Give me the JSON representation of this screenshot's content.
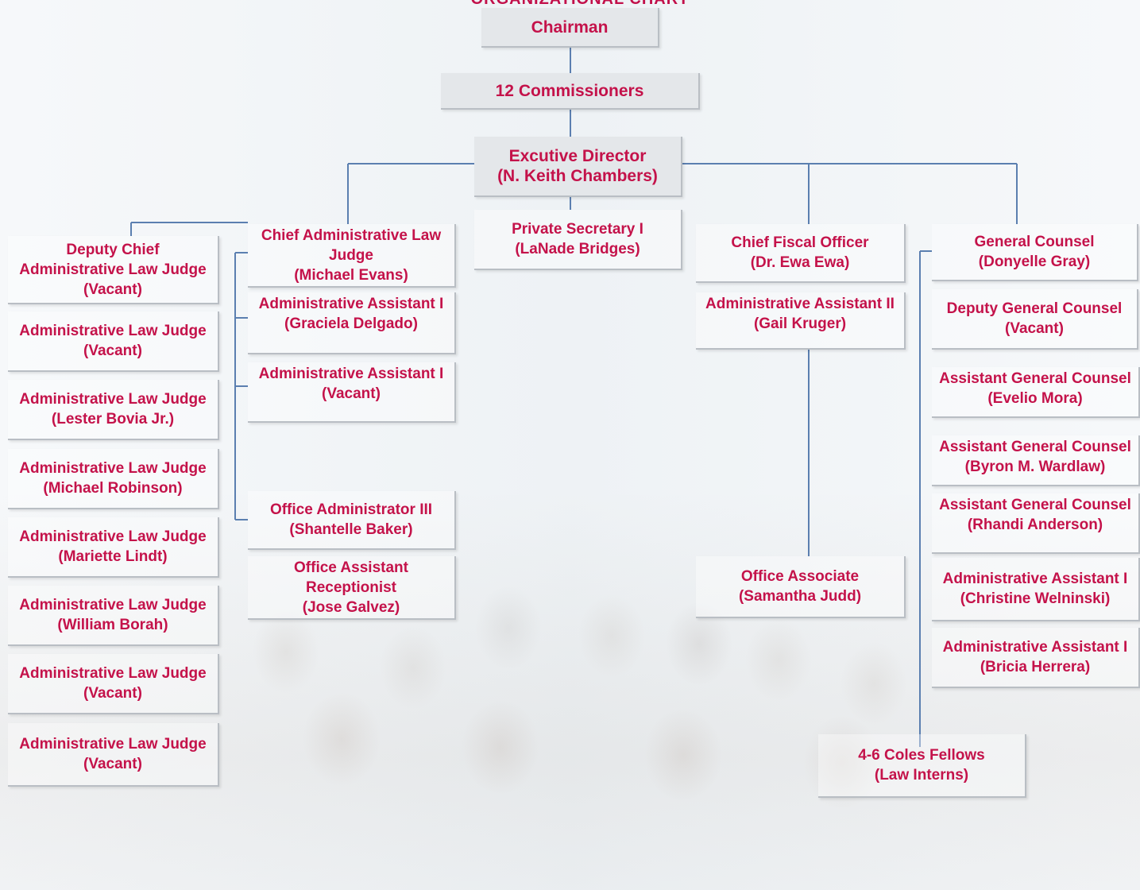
{
  "title": "ORGANIZATIONAL CHART",
  "nodes": {
    "chairman": [
      "Chairman"
    ],
    "commissioners": [
      "12 Commissioners"
    ],
    "executive_director": [
      "Excutive Director",
      "(N. Keith Chambers)"
    ],
    "private_secretary": [
      "Private Secretary I",
      "(LaNade Bridges)"
    ],
    "chief_alj": [
      "Chief Administrative Law",
      "Judge",
      "(Michael Evans)"
    ],
    "admin_asst_delgado": [
      "Administrative Assistant I",
      "(Graciela Delgado)"
    ],
    "admin_asst_vacant": [
      "Administrative Assistant I",
      "(Vacant)"
    ],
    "office_admin": [
      "Office Administrator III",
      "(Shantelle Baker)"
    ],
    "office_asst": [
      "Office Assistant",
      "Receptionist",
      "(Jose Galvez)"
    ],
    "deputy_chief_alj": [
      "Deputy Chief",
      "Administrative Law Judge",
      "(Vacant)"
    ],
    "alj_1": [
      "Administrative Law Judge",
      "(Vacant)"
    ],
    "alj_2": [
      "Administrative Law Judge",
      "(Lester Bovia Jr.)"
    ],
    "alj_3": [
      "Administrative Law Judge",
      "(Michael Robinson)"
    ],
    "alj_4": [
      "Administrative Law Judge",
      "(Mariette Lindt)"
    ],
    "alj_5": [
      "Administrative Law Judge",
      "(William Borah)"
    ],
    "alj_6": [
      "Administrative Law Judge",
      "(Vacant)"
    ],
    "alj_7": [
      "Administrative Law Judge",
      "(Vacant)"
    ],
    "chief_fiscal": [
      "Chief Fiscal Officer",
      "(Dr. Ewa Ewa)"
    ],
    "admin_asst_ii": [
      "Administrative Assistant II",
      "(Gail Kruger)"
    ],
    "office_associate": [
      "Office Associate",
      "(Samantha Judd)"
    ],
    "general_counsel": [
      "General Counsel",
      "(Donyelle Gray)"
    ],
    "deputy_gc": [
      "Deputy General Counsel",
      "(Vacant)"
    ],
    "agc_mora": [
      "Assistant General Counsel",
      "(Evelio Mora)"
    ],
    "agc_wardlaw": [
      "Assistant General Counsel",
      "(Byron M. Wardlaw)"
    ],
    "agc_anderson": [
      "Assistant General Counsel",
      "(Rhandi Anderson)"
    ],
    "aa_welninski": [
      "Administrative Assistant I",
      "(Christine Welninski)"
    ],
    "aa_herrera": [
      "Administrative Assistant I",
      "(Bricia Herrera)"
    ],
    "coles_fellows": [
      "4-6 Coles Fellows",
      "(Law Interns)"
    ]
  }
}
